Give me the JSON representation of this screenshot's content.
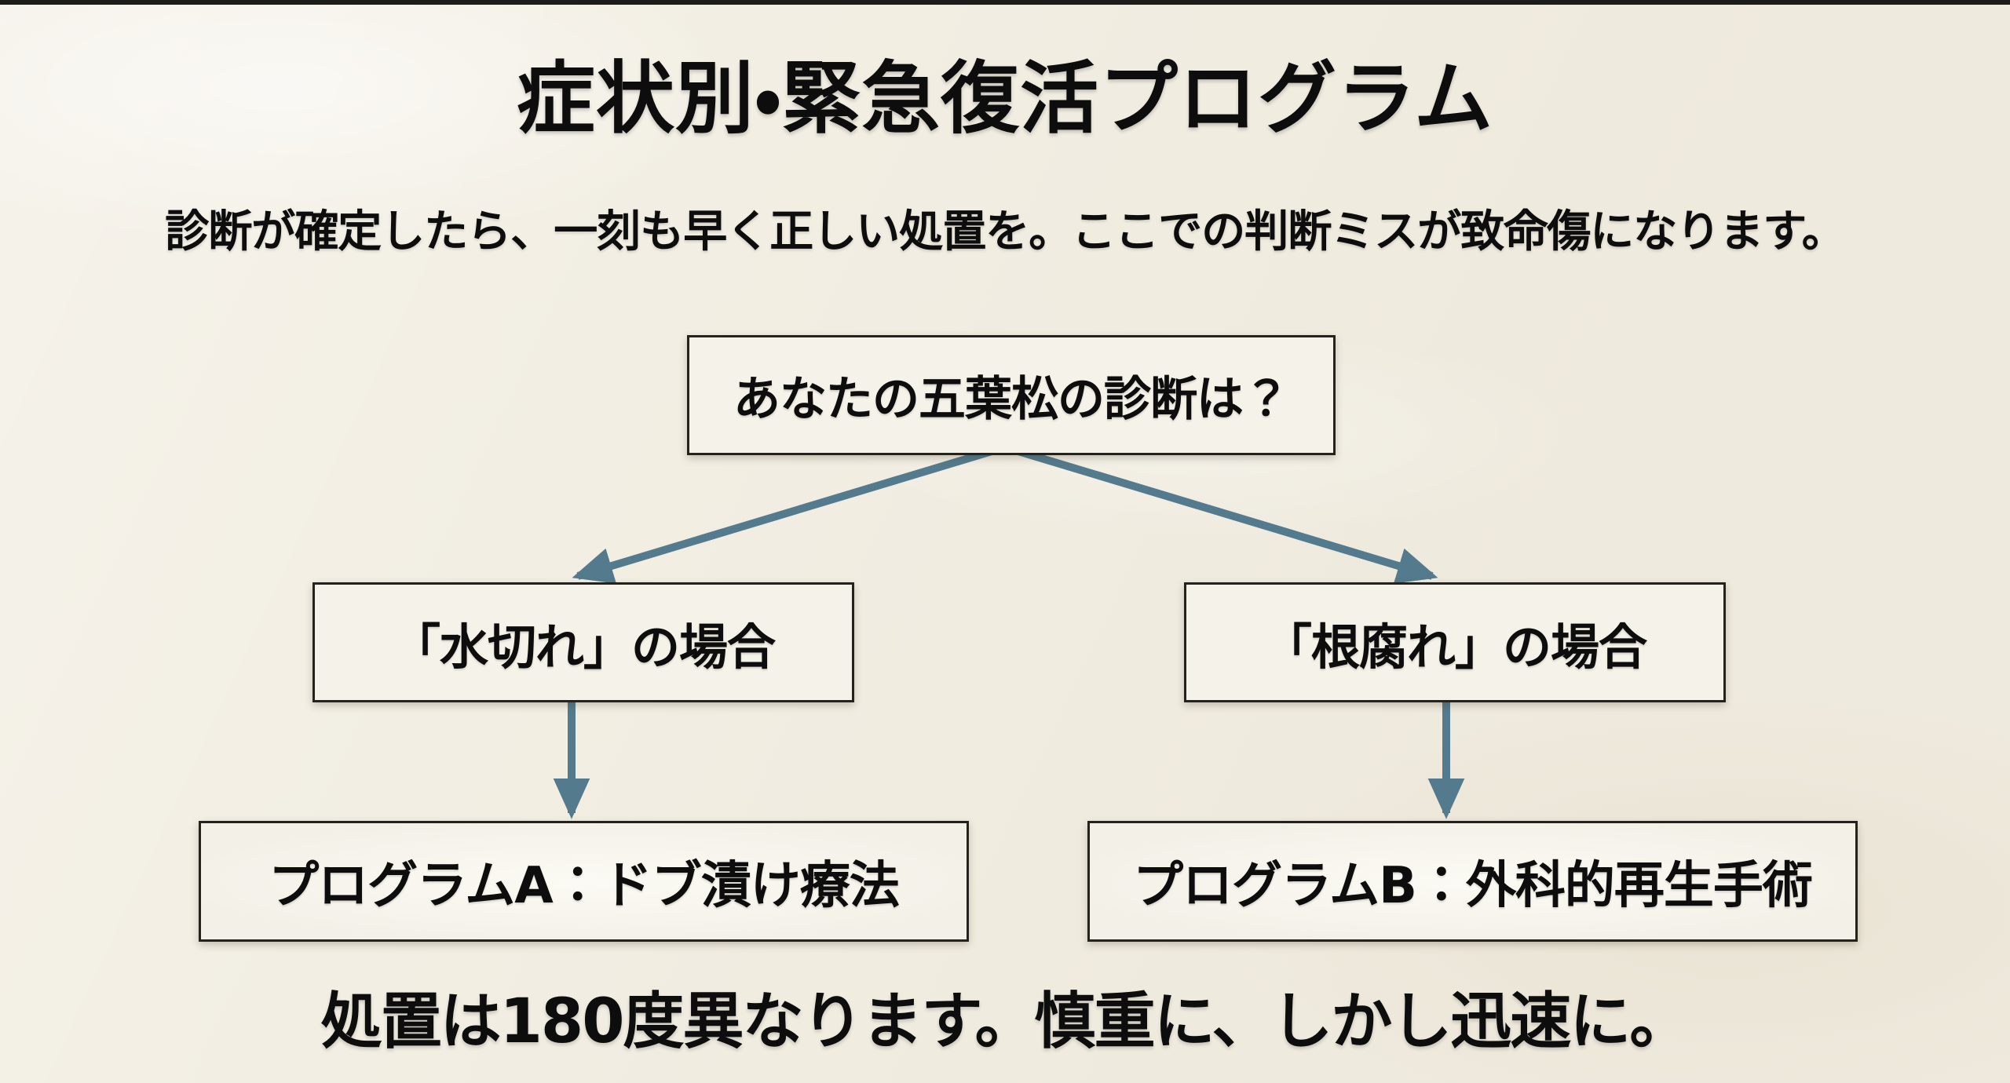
{
  "slide": {
    "title": "症状別・緊急復活プログラム",
    "subtitle": "診断が確定したら、一刻も早く正しい処置を。ここでの判断ミスが致命傷になります。",
    "footer": "処置は180度異なります。慎重に、しかし迅速に。"
  },
  "flowchart": {
    "root": {
      "label": "あなたの五葉松の診断は？"
    },
    "branches": [
      {
        "condition": "「水切れ」の場合",
        "program": "プログラムA：ドブ漬け療法"
      },
      {
        "condition": "「根腐れ」の場合",
        "program": "プログラムB：外科的再生手術"
      }
    ]
  },
  "colors": {
    "background": "#f2eee3",
    "box-fill": "#f5f2e9",
    "box-border": "#25221d",
    "arrow": "#547b8d",
    "text": "#0d0d0d",
    "top-edge-bar": "#1c1c1a"
  }
}
